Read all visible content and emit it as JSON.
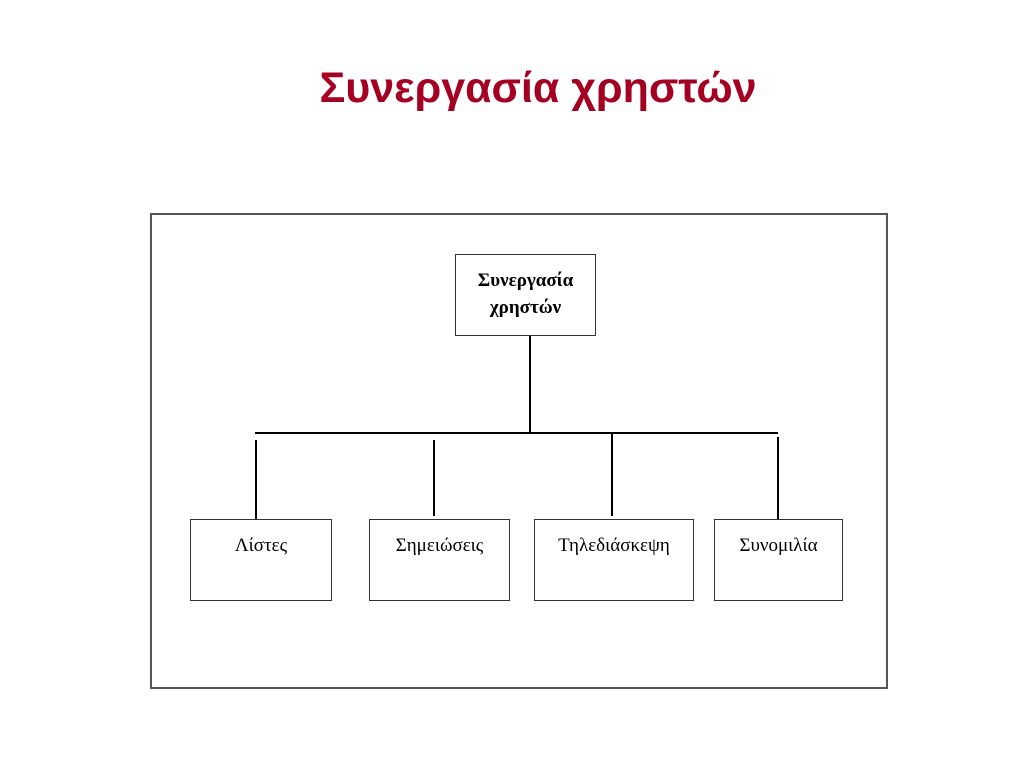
{
  "slide": {
    "title": "Συνεργασία χρηστών"
  },
  "diagram": {
    "root": {
      "line1": "Συνεργασία",
      "line2": "χρηστών"
    },
    "children": [
      {
        "label": "Λίστες"
      },
      {
        "label": "Σημειώσεις"
      },
      {
        "label": "Τηλεδιάσκεψη"
      },
      {
        "label": "Συνομιλία"
      }
    ]
  },
  "colors": {
    "title": "#a50021",
    "lines": "#000000"
  }
}
